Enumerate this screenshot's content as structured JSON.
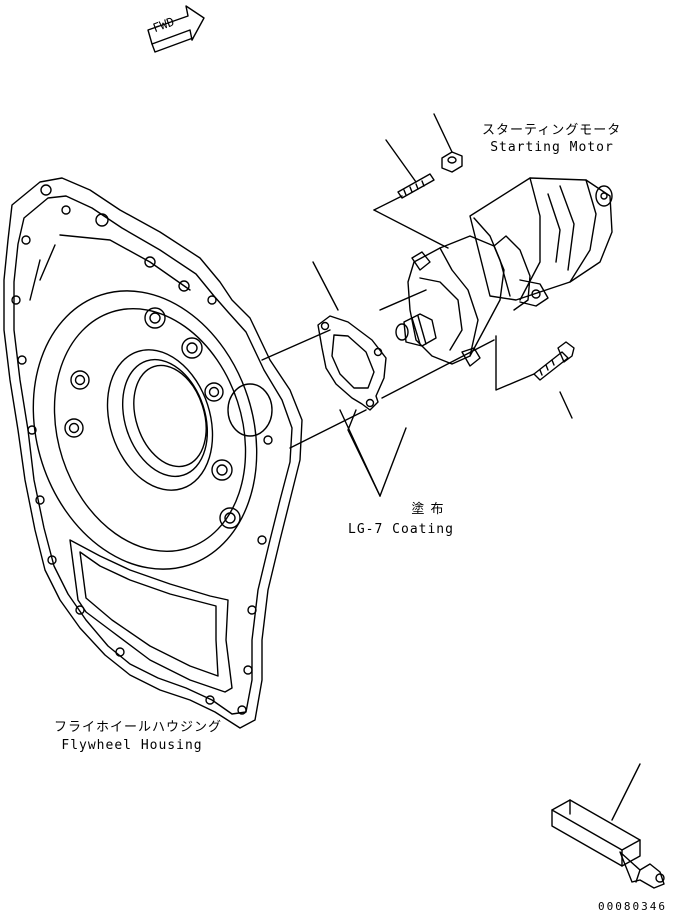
{
  "labels": {
    "fwd": "FWD",
    "starting_motor_jp": "スターティングモータ",
    "starting_motor_en": "Starting Motor",
    "coating_jp": "塗 布",
    "coating_en": "LG-7 Coating",
    "flywheel_housing_jp": "フライホイールハウジング",
    "flywheel_housing_en": "Flywheel Housing",
    "doc_number": "00080346"
  }
}
